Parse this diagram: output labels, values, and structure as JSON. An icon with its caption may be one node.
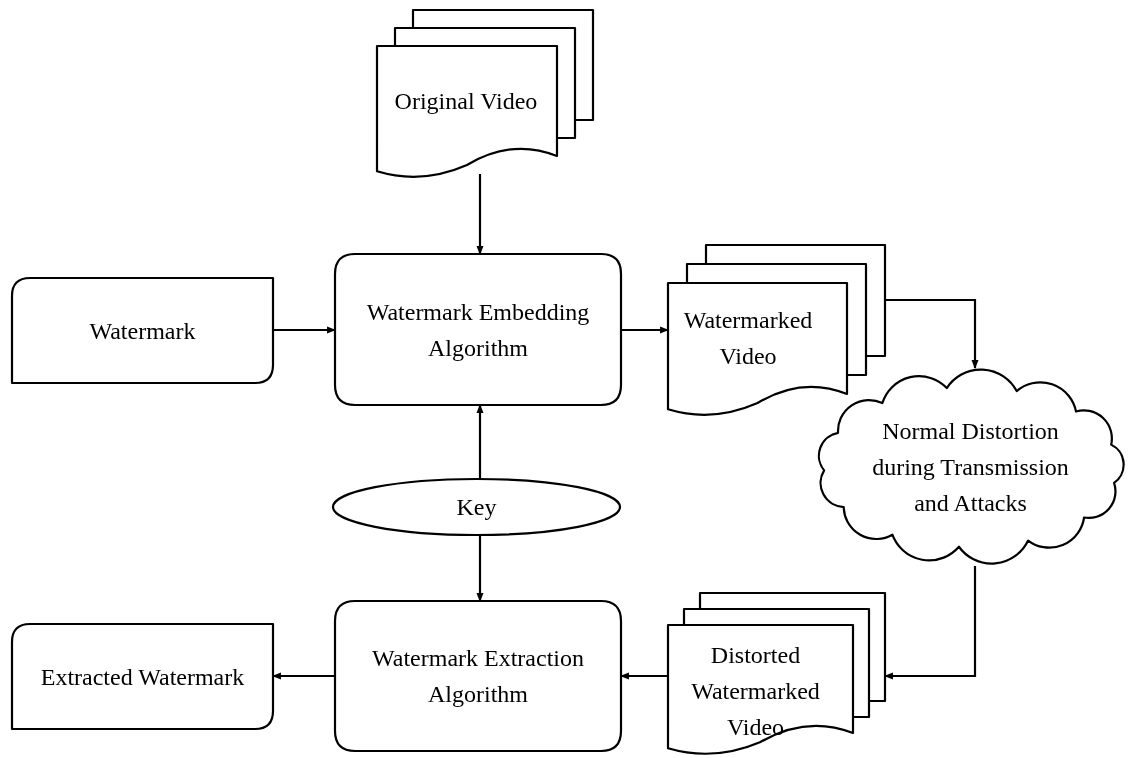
{
  "diagram": {
    "nodes": [
      {
        "text": [
          "Original Video"
        ]
      },
      {
        "text": [
          "Watermark"
        ]
      },
      {
        "text": [
          "Watermark Embedding Algorithm"
        ]
      },
      {
        "text": [
          "Watermarked Video"
        ]
      },
      {
        "text": [
          "Normal Distortion during Transmission and Attacks"
        ]
      },
      {
        "text": [
          "Key"
        ]
      },
      {
        "text": [
          "Watermark Extraction Algorithm"
        ]
      },
      {
        "text": [
          "Distorted Watermarked Video"
        ]
      },
      {
        "text": [
          "Extracted Watermark"
        ]
      }
    ],
    "edges": [
      {
        "from": 0,
        "to": 2,
        "arrow": "to"
      },
      {
        "from": 1,
        "to": 2,
        "arrow": "to"
      },
      {
        "from": 2,
        "to": 3,
        "arrow": "to"
      },
      {
        "from": 3,
        "to": 4,
        "arrow": "to"
      },
      {
        "from": 5,
        "to": 2,
        "arrow": "to"
      },
      {
        "from": 5,
        "to": 6,
        "arrow": "to"
      },
      {
        "from": 4,
        "to": 7,
        "arrow": "to"
      },
      {
        "from": 7,
        "to": 6,
        "arrow": "to"
      },
      {
        "from": 6,
        "to": 8,
        "arrow": "to"
      }
    ]
  }
}
